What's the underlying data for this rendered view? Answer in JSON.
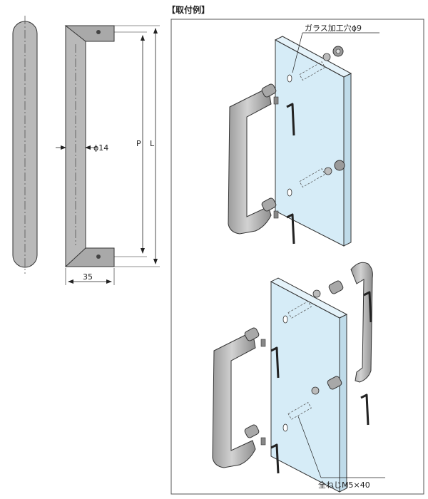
{
  "title": "【取付例】",
  "dimensions": {
    "diameter": "ϕ14",
    "width": "35",
    "pitch": "P",
    "length": "L"
  },
  "callouts": {
    "glass_hole": "ガラス加工穴ϕ9",
    "screw": "全ねじM5×40"
  },
  "colors": {
    "glass": "#d6ecf7",
    "metal": "#b4b4b4",
    "outline": "#333333"
  }
}
